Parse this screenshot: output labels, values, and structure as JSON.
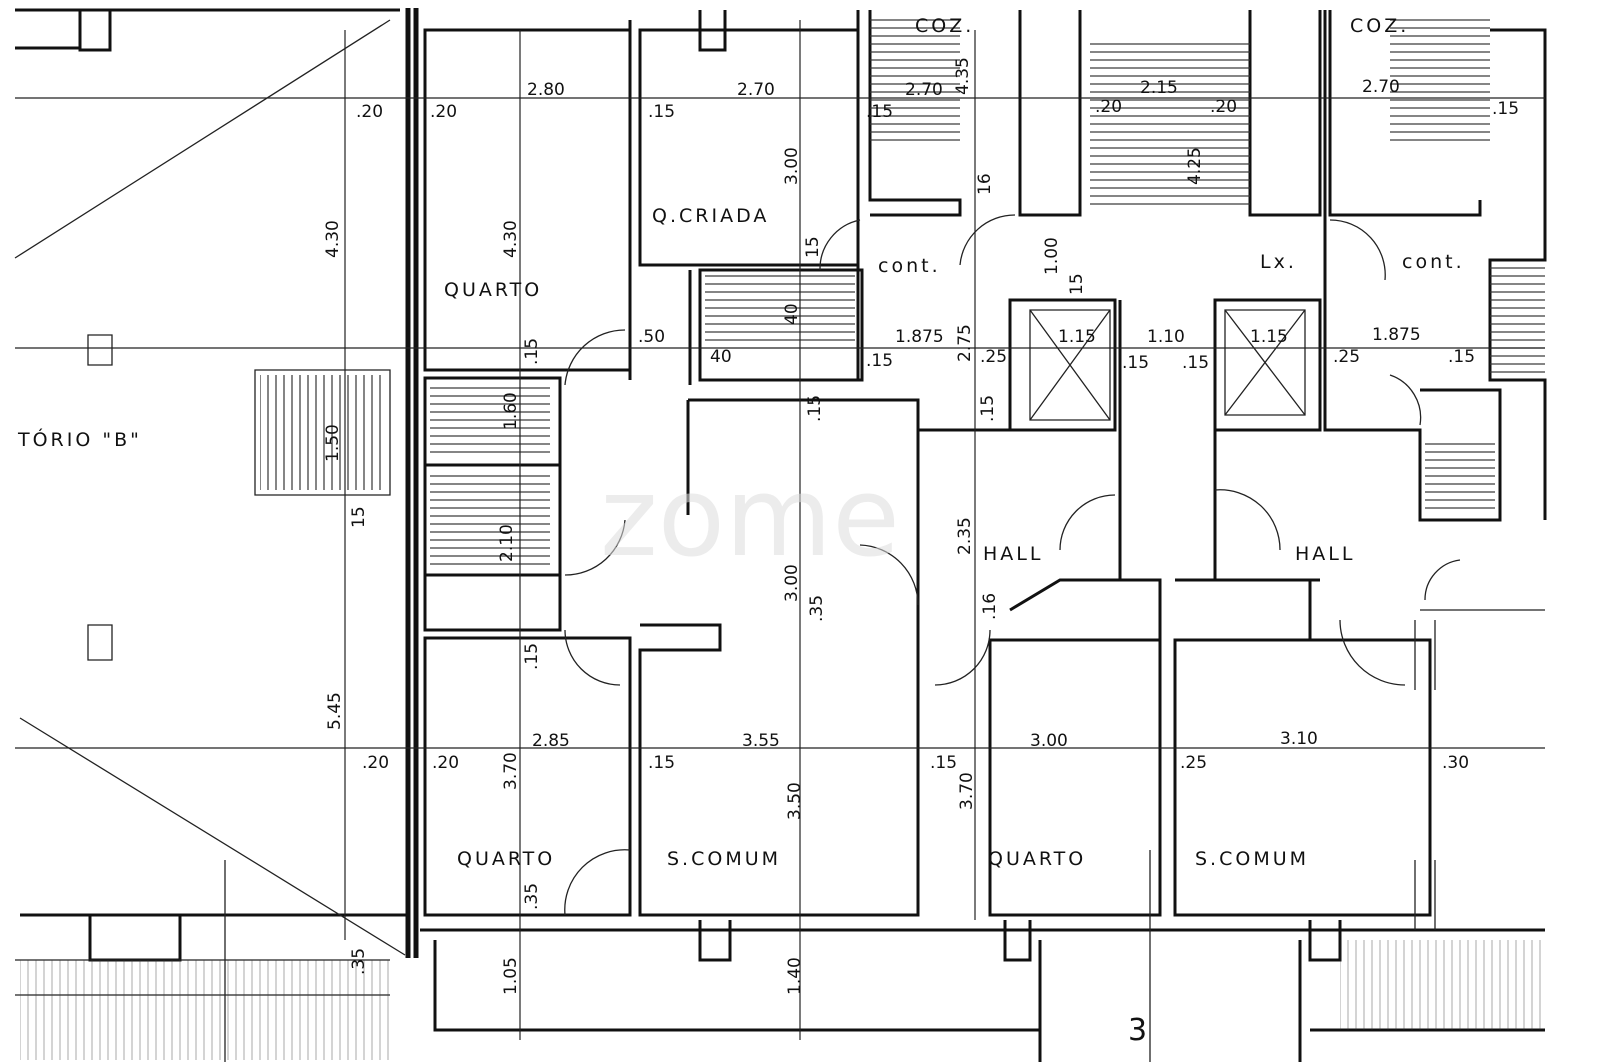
{
  "rooms": {
    "quarto_top": "QUARTO",
    "q_criada": "Q.CRIADA",
    "coz_left": "COZ.",
    "coz_right": "COZ.",
    "cont_left": "cont.",
    "cont_right": "cont.",
    "lx": "Lx.",
    "hall_left": "HALL",
    "hall_right": "HALL",
    "quarto_bl": "QUARTO",
    "s_comum_mid": "S.COMUM",
    "quarto_br": "QUARTO",
    "s_comum_right": "S.COMUM",
    "escritorio": "TÓRIO \"B\""
  },
  "watermark": "zome",
  "dimensions": [
    "2.80",
    "2.70",
    ".20",
    ".20",
    ".15",
    ".15",
    "2.70",
    "4.35",
    "2.15",
    ".20",
    ".20",
    "2.70",
    ".15",
    "4.30",
    "4.30",
    "3.00",
    "4.25",
    "1.00",
    "15",
    "16",
    "15",
    "40",
    "1.875",
    "2.75",
    "1.15",
    "1.10",
    "1.15",
    "1.875",
    ".25",
    ".15",
    ".15",
    ".25",
    ".15",
    ".15",
    ".50",
    "40",
    "1.50",
    ".15",
    "1.60",
    ".15",
    ".15",
    "2.10",
    "3.00",
    "2.35",
    "15",
    ".35",
    ".16",
    "5.45",
    ".15",
    "2.85",
    "3.55",
    "3.00",
    "3.10",
    ".20",
    ".20",
    ".15",
    ".15",
    ".25",
    ".30",
    "3.70",
    "3.50",
    "3.70",
    ".35",
    ".35",
    "1.05",
    "1.40",
    "3"
  ]
}
